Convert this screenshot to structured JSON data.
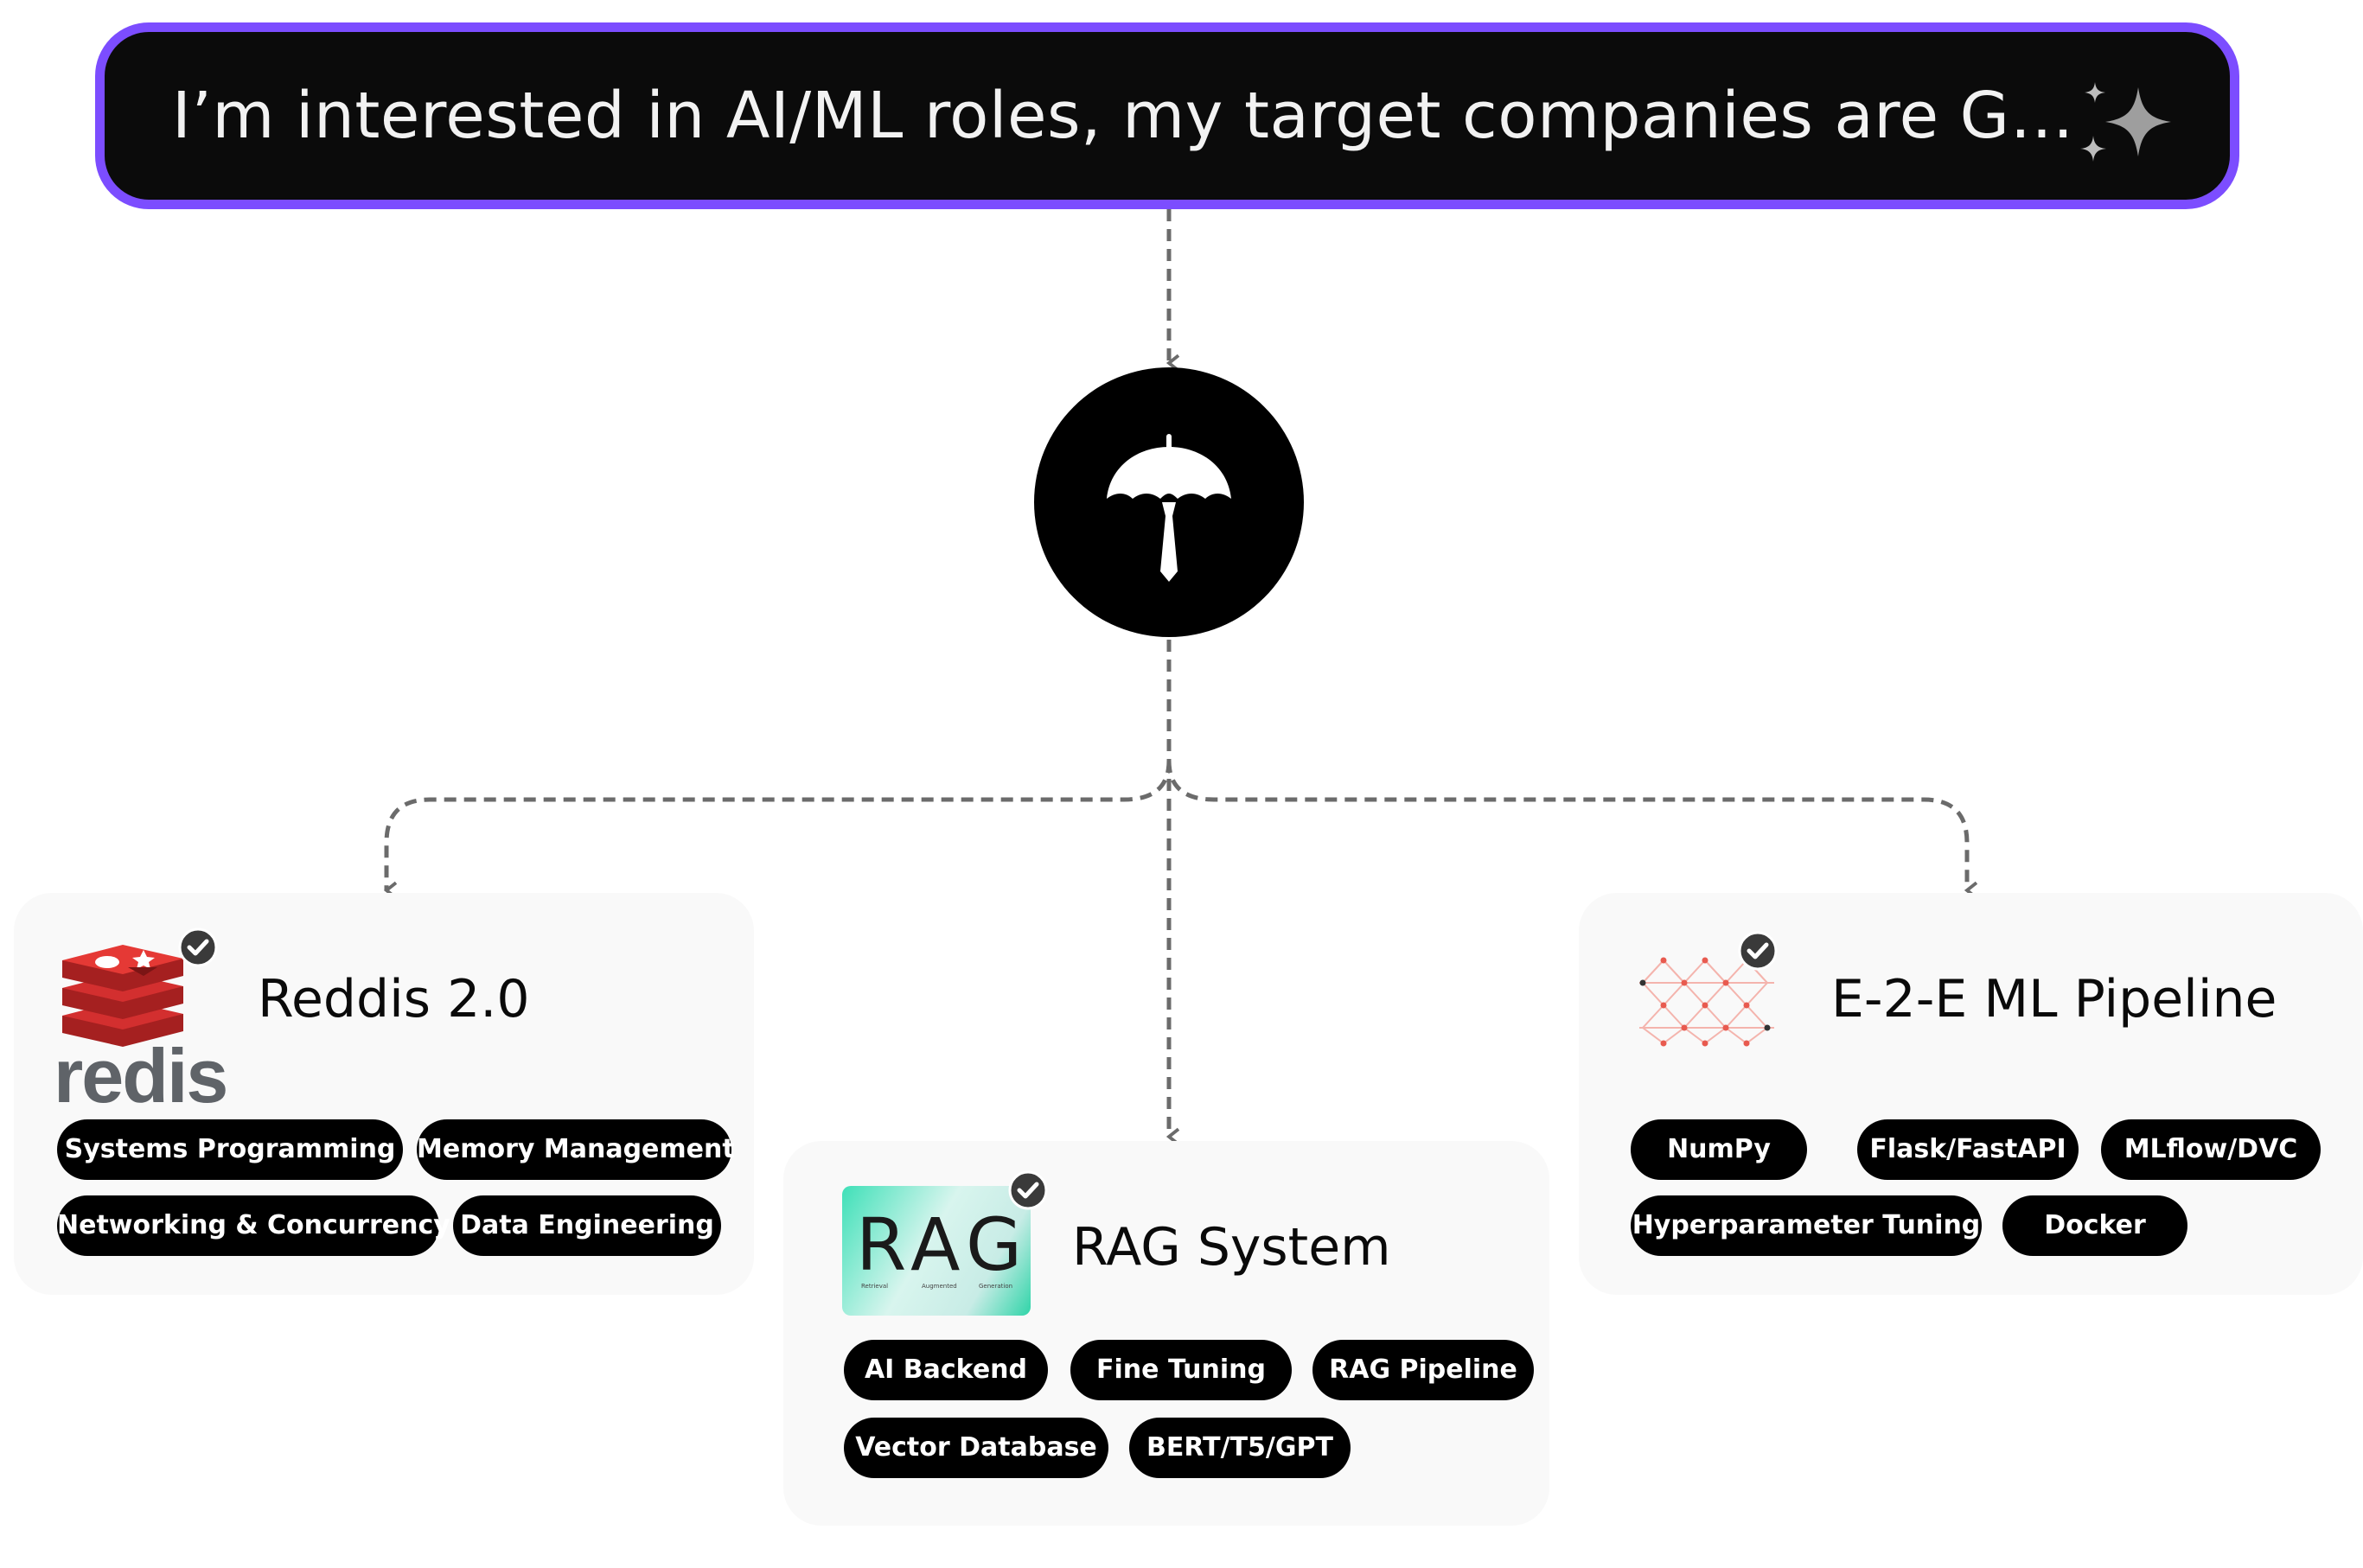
{
  "prompt": {
    "text": "I’m interested in AI/ML roles, my target companies are G…"
  },
  "icons": {
    "prompt_action": "sparkle-icon",
    "hub": "umbrella-tie-icon",
    "verified": "verified-badge-icon"
  },
  "colors": {
    "accent_border": "#7c4dff",
    "redis_red": "#d32f2f",
    "redis_gray": "#5f6368",
    "pill_bg": "#000000",
    "card_bg": "#f9f9f9",
    "connector": "#6b6b6b"
  },
  "cards": [
    {
      "title": "Reddis 2.0",
      "logo": {
        "text": "redis"
      },
      "tags": [
        "Systems Programming",
        "Memory Management",
        "Networking & Concurrency",
        "Data Engineering"
      ]
    },
    {
      "title": "RAG System",
      "logo": {
        "text": "RAG",
        "sub": [
          "Retrieval",
          "Augmented",
          "Generation"
        ]
      },
      "tags": [
        "AI Backend",
        "Fine Tuning",
        "RAG Pipeline",
        "Vector Database",
        "BERT/T5/GPT"
      ]
    },
    {
      "title": "E-2-E ML Pipeline",
      "logo": {
        "text": ""
      },
      "tags": [
        "NumPy",
        "Flask/FastAPI",
        "MLflow/DVC",
        "Hyperparameter Tuning",
        "Docker"
      ]
    }
  ]
}
